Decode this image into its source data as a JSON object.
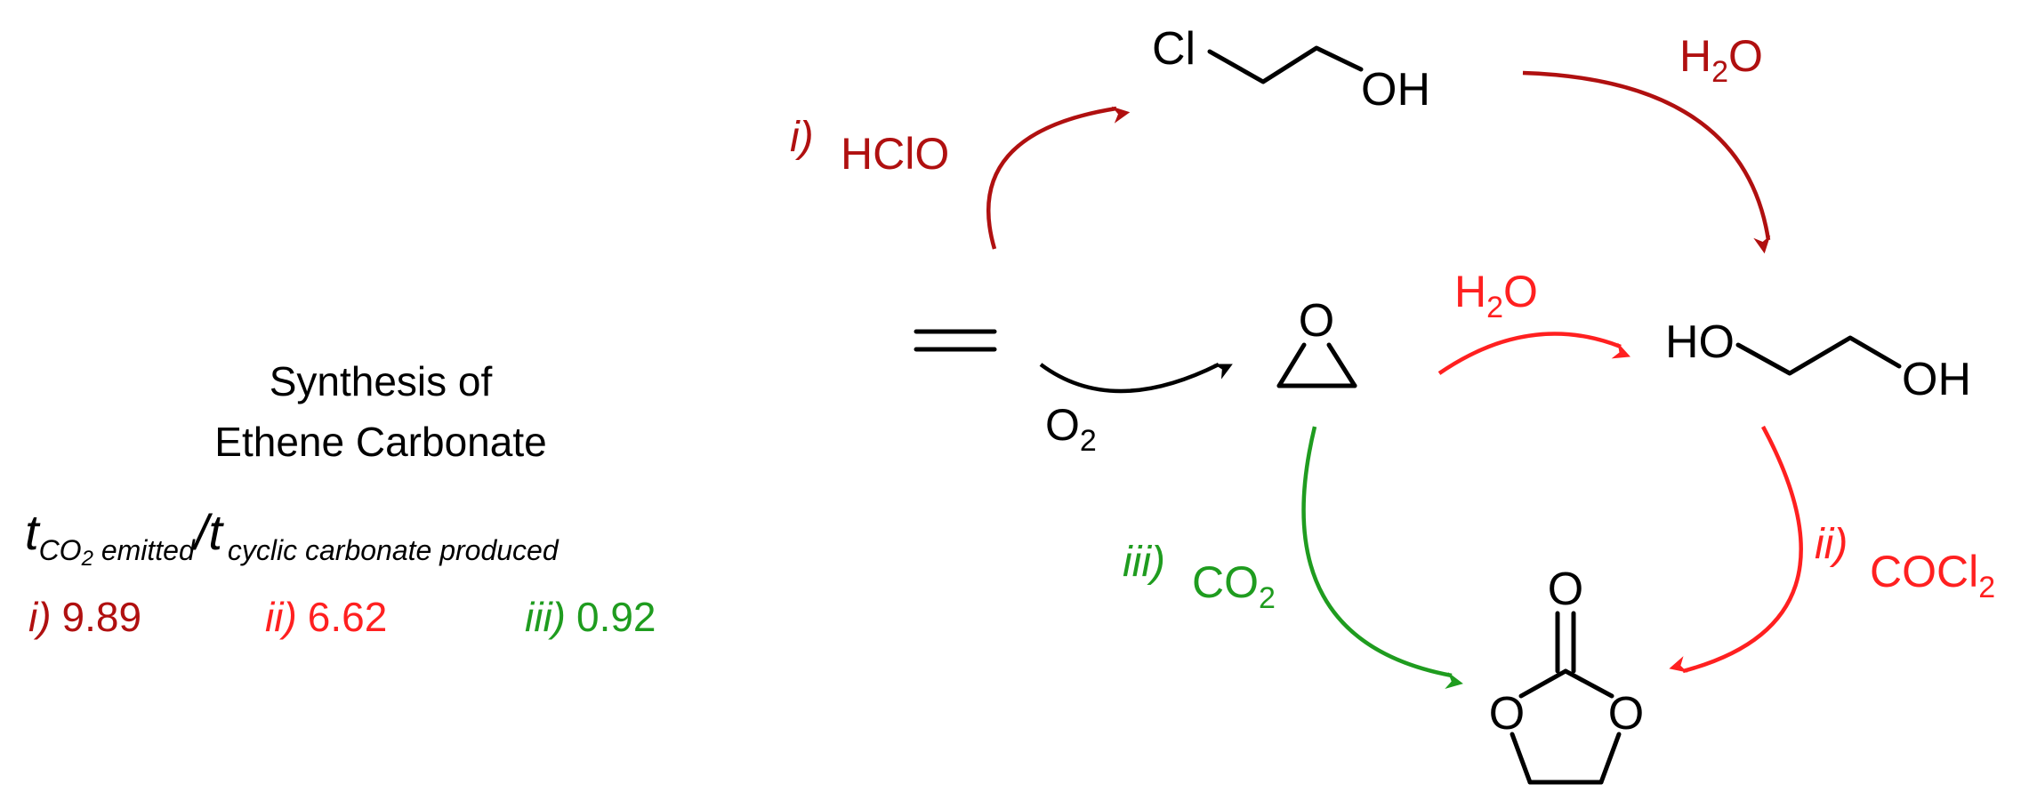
{
  "title": {
    "line1": "Synthesis of",
    "line2": "Ethene Carbonate"
  },
  "metric": {
    "t1": "t",
    "sub1": "CO",
    "sub1_2": "2",
    "sub1_rest": " emitted",
    "slash": "/",
    "t2": "t",
    "sub2": "cyclic carbonate produced"
  },
  "routes": [
    {
      "label": "i)",
      "value": "9.89",
      "color": "#b01010"
    },
    {
      "label": "ii)",
      "value": "6.62",
      "color": "#ff2020"
    },
    {
      "label": "iii)",
      "value": "0.92",
      "color": "#1f9c1f"
    }
  ],
  "molecules": {
    "chloroethanol_cl": "Cl",
    "chloroethanol_oh": "OH",
    "glycol_ho": "HO",
    "glycol_oh": "OH",
    "epoxide_o": "O",
    "carbonate_o_top": "O",
    "carbonate_o_left": "O",
    "carbonate_o_right": "O"
  },
  "reagents": {
    "hclo_route": "i)",
    "hclo": "HClO",
    "h2o_top_h": "H",
    "h2o_top_2": "2",
    "h2o_top_o": "O",
    "h2o_mid_h": "H",
    "h2o_mid_2": "2",
    "h2o_mid_o": "O",
    "o2_o": "O",
    "o2_2": "2",
    "co2_route": "iii)",
    "co2_co": "CO",
    "co2_2": "2",
    "cocl2_route": "ii)",
    "cocl2_cocl": "COCl",
    "cocl2_2": "2"
  },
  "colors": {
    "dark_red": "#b01010",
    "red": "#ff2020",
    "green": "#1f9c1f",
    "black": "#000000"
  }
}
